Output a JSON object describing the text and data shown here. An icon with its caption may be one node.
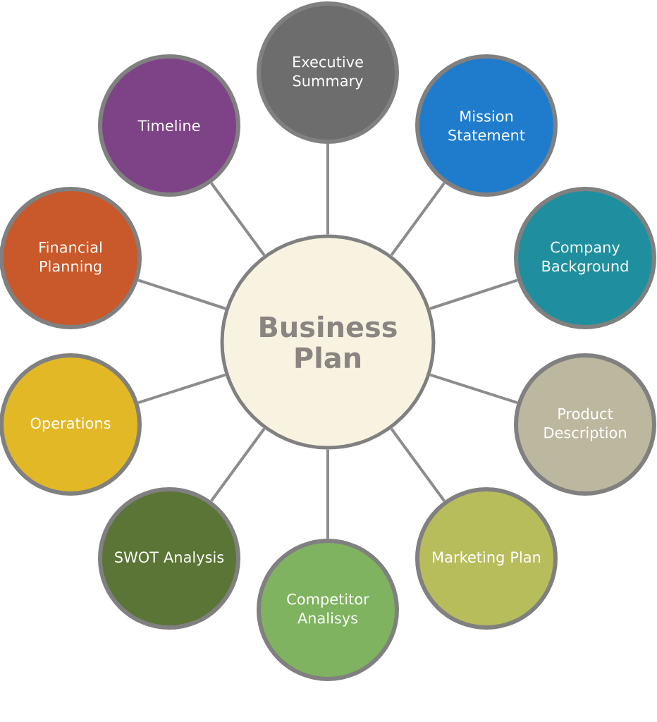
{
  "diagram": {
    "nodes": [
      {
        "text": [
          "Business Plan"
        ]
      },
      {
        "text": [
          "Executive Summary"
        ]
      },
      {
        "text": [
          "Mission Statement"
        ]
      },
      {
        "text": [
          "Company Background"
        ]
      },
      {
        "text": [
          "Product Description"
        ]
      },
      {
        "text": [
          "Marketing Plan"
        ]
      },
      {
        "text": [
          "Competitor Analisys"
        ]
      },
      {
        "text": [
          "SWOT Analysis"
        ]
      },
      {
        "text": [
          "Operations"
        ]
      },
      {
        "text": [
          "Financial Planning"
        ]
      },
      {
        "text": [
          "Timeline"
        ]
      }
    ],
    "edges": [
      {
        "from": 0,
        "to": 1,
        "arrow": "none"
      },
      {
        "from": 0,
        "to": 2,
        "arrow": "none"
      },
      {
        "from": 0,
        "to": 3,
        "arrow": "none"
      },
      {
        "from": 0,
        "to": 4,
        "arrow": "none"
      },
      {
        "from": 0,
        "to": 5,
        "arrow": "none"
      },
      {
        "from": 0,
        "to": 6,
        "arrow": "none"
      },
      {
        "from": 0,
        "to": 7,
        "arrow": "none"
      },
      {
        "from": 0,
        "to": 8,
        "arrow": "none"
      },
      {
        "from": 0,
        "to": 9,
        "arrow": "none"
      },
      {
        "from": 0,
        "to": 10,
        "arrow": "none"
      }
    ]
  }
}
